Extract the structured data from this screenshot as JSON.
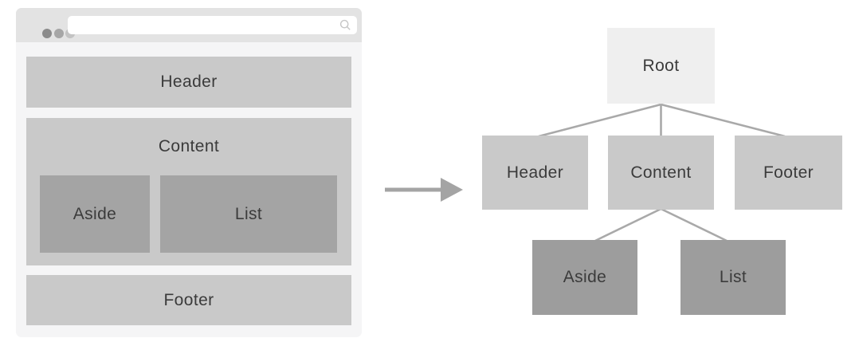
{
  "wireframe": {
    "window_controls": {
      "dots_count": 3
    },
    "search": {
      "value": "",
      "placeholder": ""
    },
    "regions": {
      "header": "Header",
      "content": "Content",
      "aside": "Aside",
      "list": "List",
      "footer": "Footer"
    }
  },
  "tree": {
    "nodes": {
      "root": "Root",
      "header": "Header",
      "content": "Content",
      "footer": "Footer",
      "aside": "Aside",
      "list": "List"
    },
    "edges": [
      [
        "Root",
        "Header"
      ],
      [
        "Root",
        "Content"
      ],
      [
        "Root",
        "Footer"
      ],
      [
        "Content",
        "Aside"
      ],
      [
        "Content",
        "List"
      ]
    ]
  },
  "icons": {
    "search": "search-icon",
    "arrow": "right-arrow-icon"
  },
  "colors": {
    "page_background": "#ffffff",
    "window_body": "#f5f5f6",
    "titlebar": "#e3e3e3",
    "bar_light": "#c9c9c9",
    "box_mid": "#a4a4a4",
    "tree_root": "#efefef",
    "tree_leaf": "#9d9d9d",
    "connector": "#a9a9a9",
    "arrow": "#a4a4a4",
    "text": "#3b3b3b",
    "dot_dark": "#8b8b8b",
    "dot_mid": "#a6a6a6",
    "dot_light": "#c3c3c3"
  }
}
